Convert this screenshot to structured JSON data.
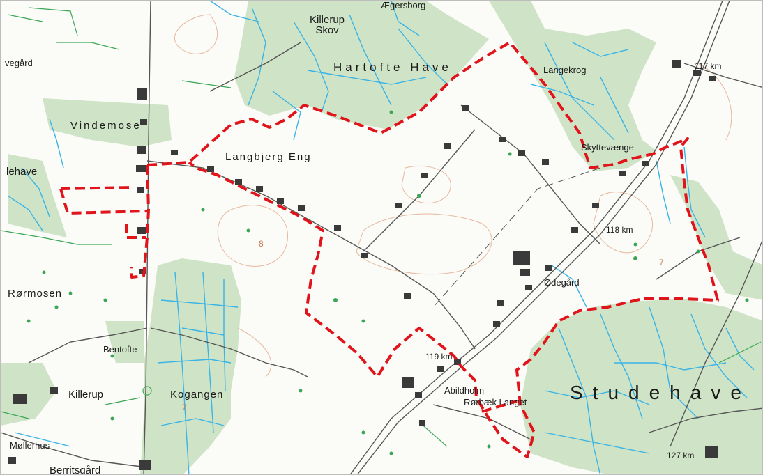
{
  "map": {
    "place_names": {
      "killerup_skov": "Killerup\nSkov",
      "aegersborg": "Ægersborg",
      "vegard": "vegård",
      "hartofte_have": "Hartofte Have",
      "langekrog": "Langekrog",
      "vindemose": "Vindemose",
      "langbjerg_eng": "Langbjerg Eng",
      "skyttevaenge": "Skyttevænge",
      "lehave": "lehave",
      "rormosen": "Rørmosen",
      "odegard": "Ødegård",
      "bentofte": "Bentofte",
      "killerup": "Killerup",
      "kogangen": "Kogangen",
      "abildholm": "Abildholm",
      "rorbaek_langet": "Rørbæk Langet",
      "studehave": "Studehave",
      "mollerhus": "Møllerhus",
      "berritsgard": "Berritsgård"
    },
    "road_km": {
      "km117": "117 km",
      "km118": "118 km",
      "km119": "119 km",
      "km127": "127 km"
    },
    "spot_heights": {
      "h8": "8",
      "h7a": "7",
      "h7b": "7"
    },
    "colors": {
      "forest": "#cfe3c6",
      "water": "#39b4e6",
      "boundary": "#e0141a",
      "road": "#555555",
      "building": "#3a3a3a",
      "contour": "#e8b89c",
      "hedge": "#3aa655"
    }
  }
}
